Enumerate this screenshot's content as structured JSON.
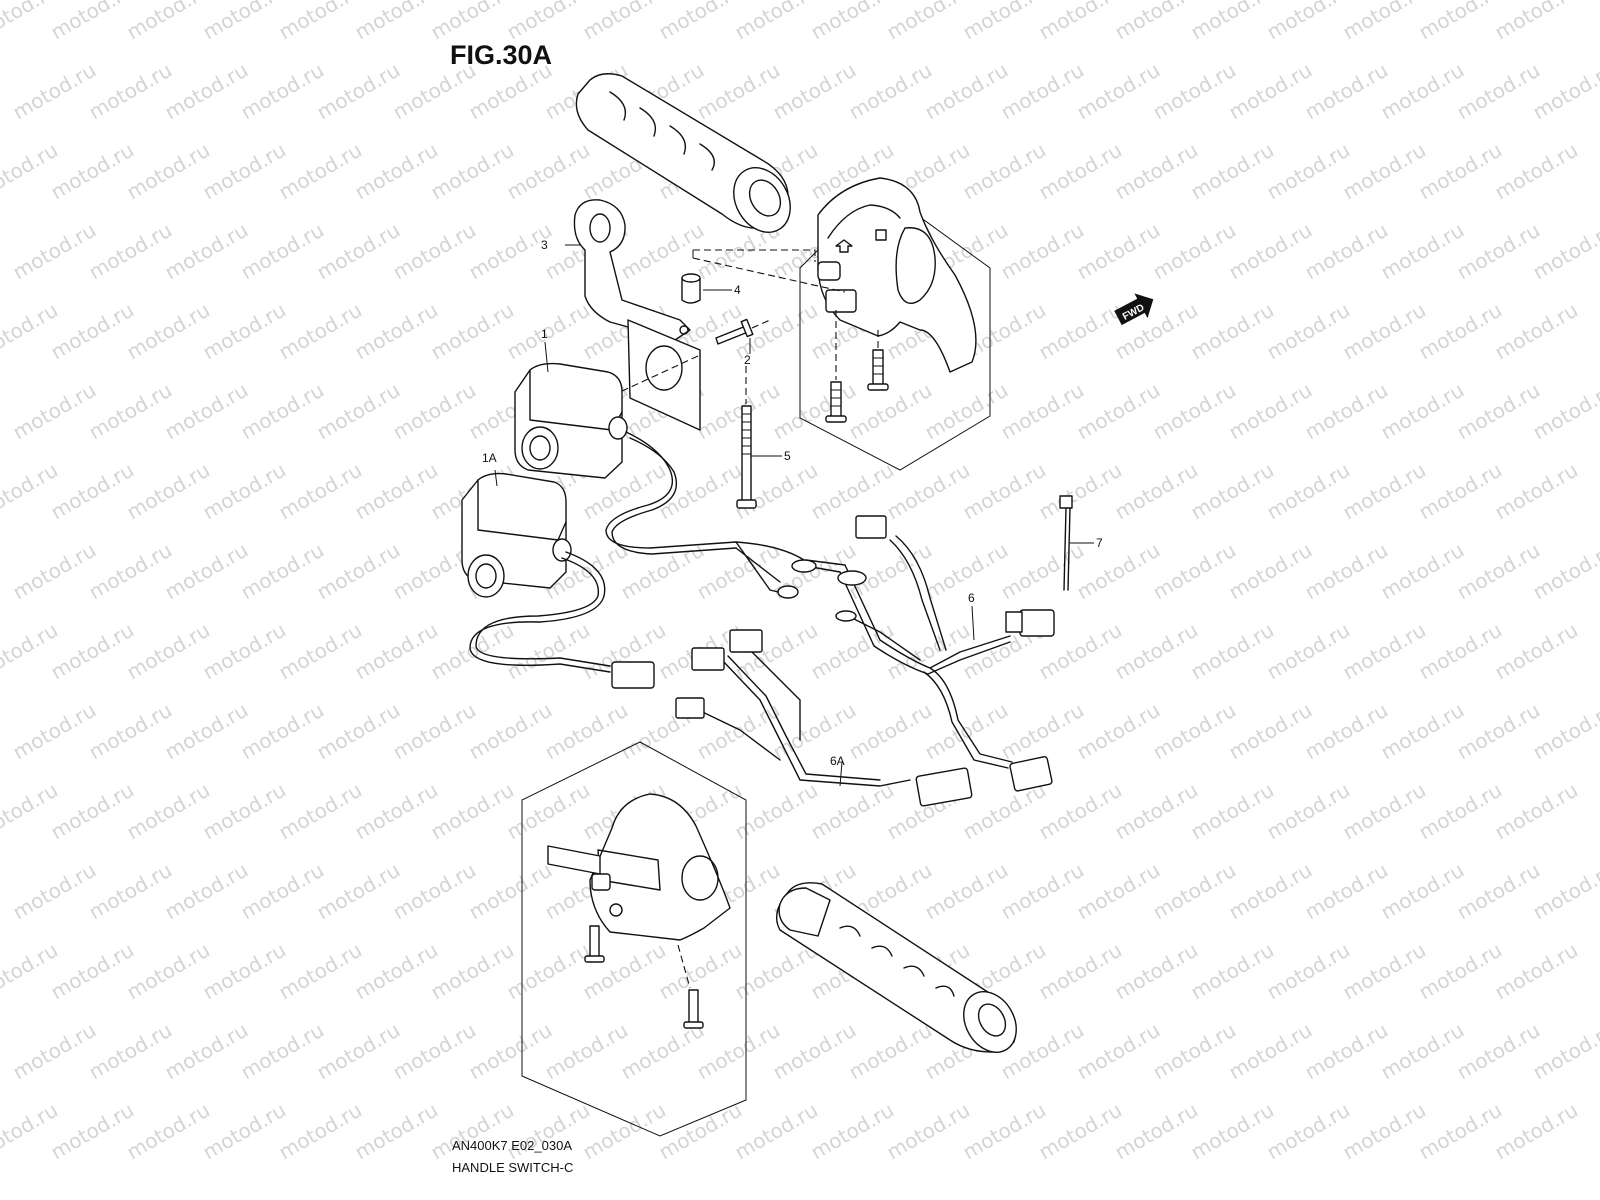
{
  "figure": {
    "title": "FIG.30A",
    "model_code": "AN400K7 E02_030A",
    "name": "HANDLE SWITCH-C"
  },
  "watermark": {
    "text": "motod.ru",
    "color": "#d4d4d4"
  },
  "callouts": [
    {
      "id": "1"
    },
    {
      "id": "1A"
    },
    {
      "id": "2"
    },
    {
      "id": "3"
    },
    {
      "id": "4"
    },
    {
      "id": "5"
    },
    {
      "id": "6"
    },
    {
      "id": "6A"
    },
    {
      "id": "7"
    }
  ],
  "direction_marker": "FWD",
  "line_color": "#111111"
}
